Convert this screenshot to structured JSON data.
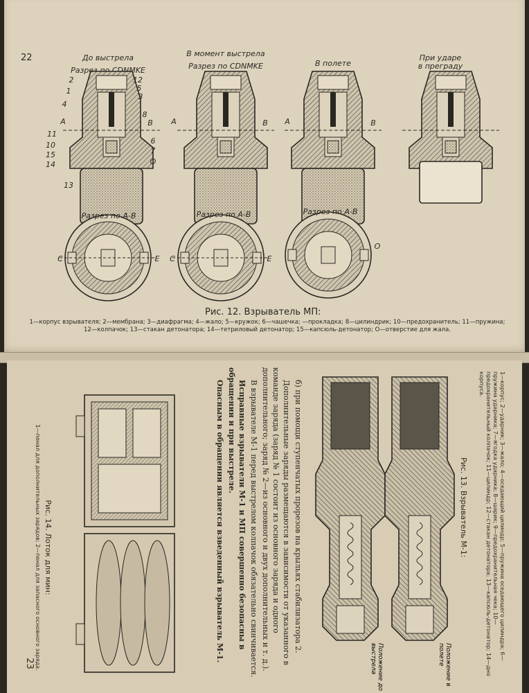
{
  "page_top": {
    "page_number": "22",
    "column_titles": [
      {
        "line1": "До выстрела",
        "line2": "Разрез по CDNMKE"
      },
      {
        "line1": "В момент выстрела",
        "line2": "Разрез по CDNMKE"
      },
      {
        "line1": "В полете",
        "line2": ""
      },
      {
        "line1": "При ударе",
        "line2": "в преграду"
      }
    ],
    "section_label": "Разрез по А-В",
    "caption": "Рис. 12. Взрыватель МП:",
    "legend": "1—корпус взрывателя; 2—мембрана; 3—диафрагма; 4—жало; 5—кружок; 6—чашечка; —прокладка; 8—цилиндрик; 10—предохранитель; 11—пружина; 12—колпачок; 13—стакан детонатора; 14—тетриловый детонатор; 15—капсюль-детонатор; О—отверстие для жала.",
    "part_numbers_left": [
      "2",
      "1",
      "4",
      "11",
      "10",
      "15",
      "14",
      "13"
    ],
    "part_numbers_right": [
      "12",
      "5",
      "3",
      "8",
      "6",
      "7",
      "O"
    ],
    "axis_letters": {
      "a": "А",
      "b": "В",
      "c": "C",
      "e": "E",
      "o": "O"
    }
  },
  "page_bottom": {
    "page_number": "23",
    "fig13_caption": "Рис. 13. Взрыватель М-1:",
    "fig13_legend": "1—корпус; 2—ударник; 3—жало; 4—оседающий цилиндр; 5—пружина оседающего цилиндра; 6—пружина ударника; 7—ягодка ударника; 8—шарик; 9—предохранительная чека; 10—предохранительный колпачок; 11—цилиндр; 12—стакан детонатора; 13—капсюль-детонатор; 14—дно корпуса.",
    "fig13_position_before": "Положение до выстрела",
    "fig13_position_flight": "Положение в полете",
    "paragraph_b": "б) при помощи ступенчатых прорезов на крыльях стабилизатора 2.",
    "paragraph_1": "Дополнительные заряды размещаются в зависимости от указанного в команде заряда (заряд № 1 состоит из основного заряда и одного дополнительного; заряд № 2—из основного и двух дополнительных и т. д.).",
    "paragraph_2": "В взрывателе М-1 перед выстрелом колпачок обязательно свинчивается.",
    "paragraph_3": "Исправные взрыватели М-1 и МП совершенно безопасны в обращении и при выстреле.",
    "paragraph_4": "Опасным в обращении является взведенный взрыватель М-1.",
    "fig14_caption": "Рис. 14. Лоток для мин:",
    "fig14_legend": "1—пенал для дополнительных зарядов; 2—пенал для запасного основного заряда."
  },
  "colors": {
    "paper": "#ddd3bd",
    "ink": "#2a2722",
    "hatch": "#6b6458"
  }
}
